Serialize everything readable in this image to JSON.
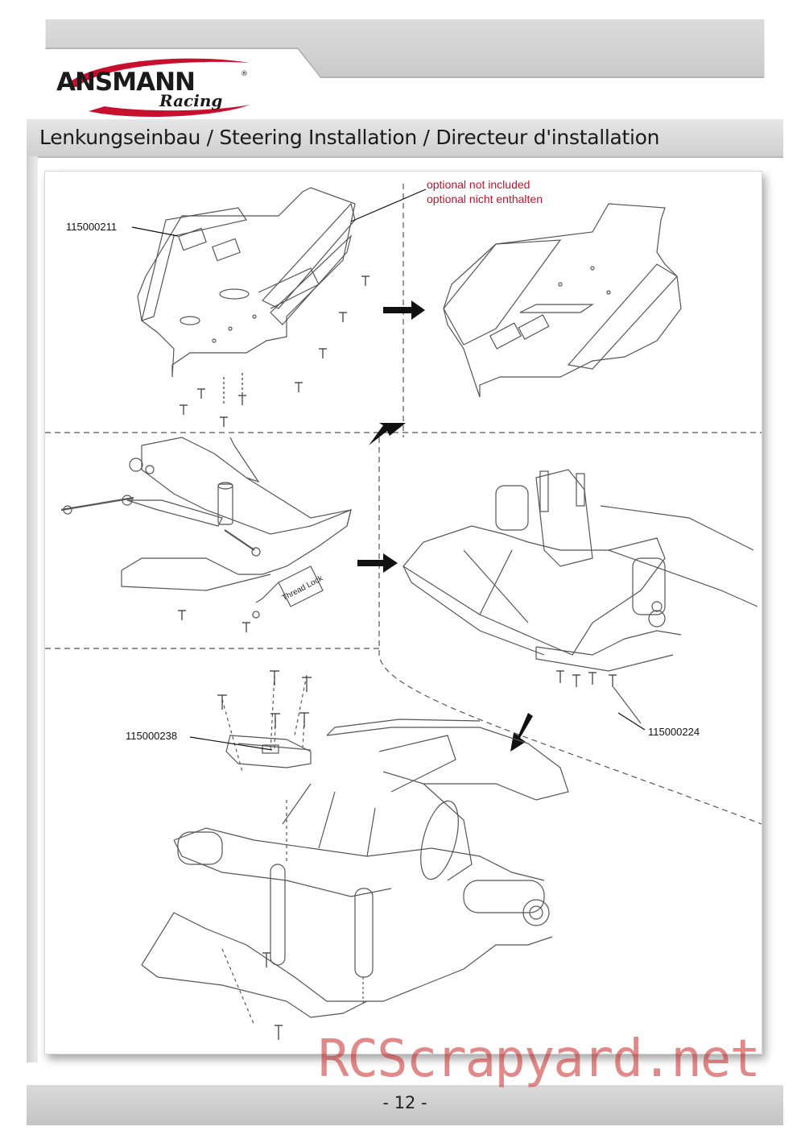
{
  "header": {
    "brand": "ANSMANN",
    "brand_registered": "®",
    "brand_sub": "Racing",
    "accent_color": "#c8102e"
  },
  "title": "Lenkungseinbau / Steering Installation / Directeur d'installation",
  "panels": {
    "step1": {
      "part_label": "115000211",
      "note_line1": "optional not included",
      "note_line2": "optional nicht enthalten"
    },
    "step3": {
      "bottle_label": "Thread Lock"
    },
    "step4": {
      "part_label": "115000224"
    },
    "step5": {
      "part_label": "115000238"
    }
  },
  "footer": {
    "page_number": "- 12 -"
  },
  "watermark": "RCScrapyard.net"
}
